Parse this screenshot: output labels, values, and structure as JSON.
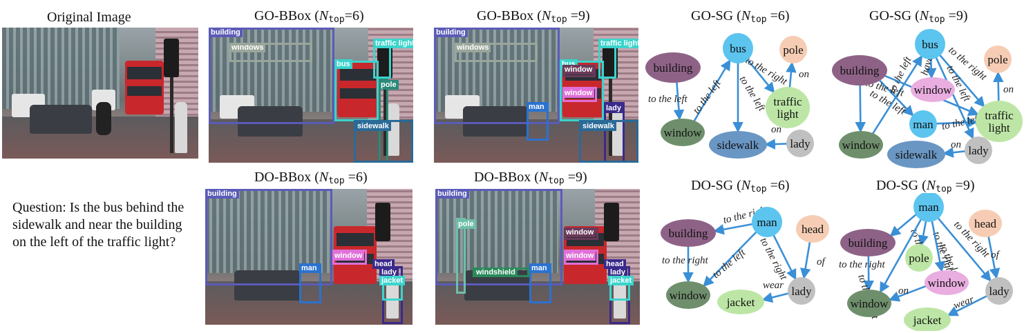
{
  "titles": {
    "original": "Original Image",
    "go_bbox_6": {
      "prefix": "GO-BBox (",
      "n": "N",
      "sub": "top",
      "suffix": "=6)"
    },
    "go_bbox_9": {
      "prefix": "GO-BBox (",
      "n": "N",
      "sub": "top",
      "suffix": " =9)"
    },
    "go_sg_6": {
      "prefix": "GO-SG (",
      "n": "N",
      "sub": "top",
      "suffix": " =6)"
    },
    "go_sg_9": {
      "prefix": "GO-SG (",
      "n": "N",
      "sub": "top",
      "suffix": " =9)"
    },
    "do_bbox_6": {
      "prefix": "DO-BBox (",
      "n": "N",
      "sub": "top",
      "suffix": " =6)"
    },
    "do_bbox_9": {
      "prefix": "DO-BBox (",
      "n": "N",
      "sub": "top",
      "suffix": " =9)"
    },
    "do_sg_6": {
      "prefix": "DO-SG (",
      "n": "N",
      "sub": "top",
      "suffix": " =6)"
    },
    "do_sg_9": {
      "prefix": "DO-SG (",
      "n": "N",
      "sub": "top",
      "suffix": " =9)"
    }
  },
  "question": "Question: Is the bus behind the sidewalk and near the building on the left of the traffic light?",
  "colors": {
    "edge": "#3a8fd6",
    "bus": "#5bc4ef",
    "man": "#5bc4ef",
    "building": "#8e6287",
    "window": "#6f8f6c",
    "sidewalk": "#6a96c4",
    "lady": "#c0c0c0",
    "pole": "#f6cdb4",
    "head": "#f6cdb4",
    "traffic_light": "#bde6a6",
    "jacket": "#bde6a6",
    "pole_green": "#bde6a6",
    "window_pink": "#e9ade0"
  },
  "bbox_panels": {
    "go_bbox_6": [
      {
        "label": "building",
        "color": "#5b5bb8"
      },
      {
        "label": "windows",
        "color": "#9aa69a"
      },
      {
        "label": "traffic light",
        "color": "#3ad4cc"
      },
      {
        "label": "bus",
        "color": "#3ad4cc"
      },
      {
        "label": "pole",
        "color": "#2a8a7a"
      },
      {
        "label": "sidewalk",
        "color": "#2a6a98"
      }
    ],
    "go_bbox_9": [
      {
        "label": "building",
        "color": "#5b5bb8"
      },
      {
        "label": "windows",
        "color": "#9aa69a"
      },
      {
        "label": "traffic light",
        "color": "#3ad4cc"
      },
      {
        "label": "bus",
        "color": "#3ad4cc"
      },
      {
        "label": "window",
        "color": "#6a3a5a"
      },
      {
        "label": "window",
        "color": "#e070d8"
      },
      {
        "label": "man",
        "color": "#2a72d0"
      },
      {
        "label": "lady",
        "color": "#3a2a8a"
      },
      {
        "label": "sidewalk",
        "color": "#2a6a98"
      }
    ],
    "do_bbox_6": [
      {
        "label": "building",
        "color": "#5b5bb8"
      },
      {
        "label": "window",
        "color": "#e070d8"
      },
      {
        "label": "man",
        "color": "#2a72d0"
      },
      {
        "label": "head",
        "color": "#3a2a8a"
      },
      {
        "label": "lady",
        "color": "#3a2a8a"
      },
      {
        "label": "jacket",
        "color": "#3ad4cc"
      }
    ],
    "do_bbox_9": [
      {
        "label": "building",
        "color": "#5b5bb8"
      },
      {
        "label": "pole",
        "color": "#6fbfa8"
      },
      {
        "label": "window",
        "color": "#6a3a5a"
      },
      {
        "label": "window",
        "color": "#e070d8"
      },
      {
        "label": "man",
        "color": "#2a72d0"
      },
      {
        "label": "windshield",
        "color": "#2a8a5a"
      },
      {
        "label": "head",
        "color": "#3a2a8a"
      },
      {
        "label": "lady",
        "color": "#3a2a8a"
      },
      {
        "label": "jacket",
        "color": "#3ad4cc"
      }
    ]
  },
  "graphs": {
    "go_sg_6": {
      "nodes": {
        "bus": "bus",
        "pole": "pole",
        "building": "building",
        "traffic_light": "traffic\nlight",
        "window": "window",
        "sidewalk": "sidewalk",
        "lady": "lady"
      },
      "edges": [
        {
          "label": "to the left"
        },
        {
          "label": "to the left"
        },
        {
          "label": "to the right"
        },
        {
          "label": "to the left"
        },
        {
          "label": "on"
        },
        {
          "label": "on"
        }
      ]
    },
    "go_sg_9": {
      "nodes": {
        "bus": "bus",
        "pole": "pole",
        "building": "building",
        "window": "window",
        "man": "man",
        "traffic_light": "traffic\nlight",
        "window2": "window",
        "sidewalk": "sidewalk",
        "lady": "lady"
      },
      "edges": [
        {
          "label": "to the left"
        },
        {
          "label": "have"
        },
        {
          "label": "to the right"
        },
        {
          "label": "to the left"
        },
        {
          "label": "to the left"
        },
        {
          "label": "to the left"
        },
        {
          "label": "to the left"
        },
        {
          "label": "to the left"
        },
        {
          "label": "on"
        },
        {
          "label": "on"
        }
      ]
    },
    "do_sg_6": {
      "nodes": {
        "man": "man",
        "building": "building",
        "head": "head",
        "window": "window",
        "jacket": "jacket",
        "lady": "lady"
      },
      "edges": [
        {
          "label": "to the right"
        },
        {
          "label": "to the right"
        },
        {
          "label": "to the left"
        },
        {
          "label": "to the right"
        },
        {
          "label": "of"
        },
        {
          "label": "wear"
        }
      ]
    },
    "do_sg_9": {
      "nodes": {
        "man": "man",
        "head": "head",
        "building": "building",
        "pole": "pole",
        "window": "window",
        "window2": "window",
        "lady": "lady",
        "jacket": "jacket"
      },
      "edges": [
        {
          "label": "to the right"
        },
        {
          "label": "to the left"
        },
        {
          "label": "to the right"
        },
        {
          "label": "to the right"
        },
        {
          "label": "to the left"
        },
        {
          "label": "to the right"
        },
        {
          "label": "on"
        },
        {
          "label": "of"
        },
        {
          "label": "wear"
        }
      ]
    }
  }
}
